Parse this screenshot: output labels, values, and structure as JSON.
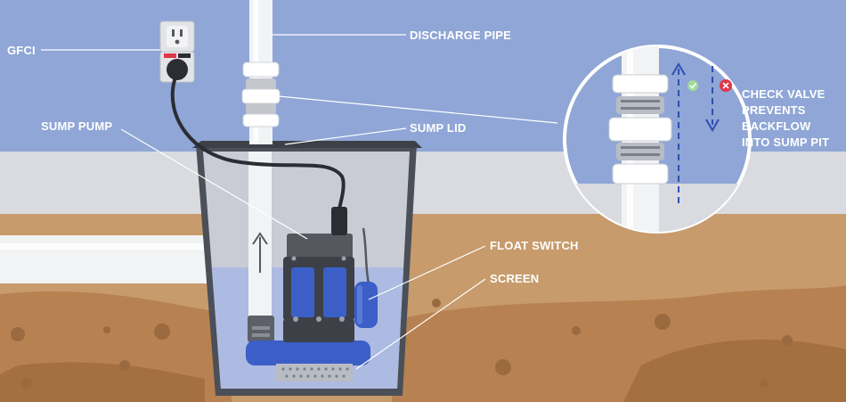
{
  "labels": {
    "gfci": "GFCI",
    "discharge_pipe": "DISCHARGE PIPE",
    "sump_pump": "SUMP PUMP",
    "sump_lid": "SUMP LID",
    "float_switch": "FLOAT SWITCH",
    "screen": "SCREEN",
    "check_valve_line1": "CHECK VALVE",
    "check_valve_line2": "PREVENTS",
    "check_valve_line3": "BACKFLOW",
    "check_valve_line4": "INTO SUMP PIT"
  },
  "colors": {
    "wall_blue": "#8fa6d6",
    "floor_gray": "#d9dbe0",
    "soil_tan": "#c79b6c",
    "soil_deep": "#b78152",
    "soil_dark": "#9b6a3f",
    "pump_blue": "#3b5fc7",
    "pipe_white": "#f2f3f5",
    "check_green": "#9fdc9a",
    "cross_red": "#e0364a"
  }
}
